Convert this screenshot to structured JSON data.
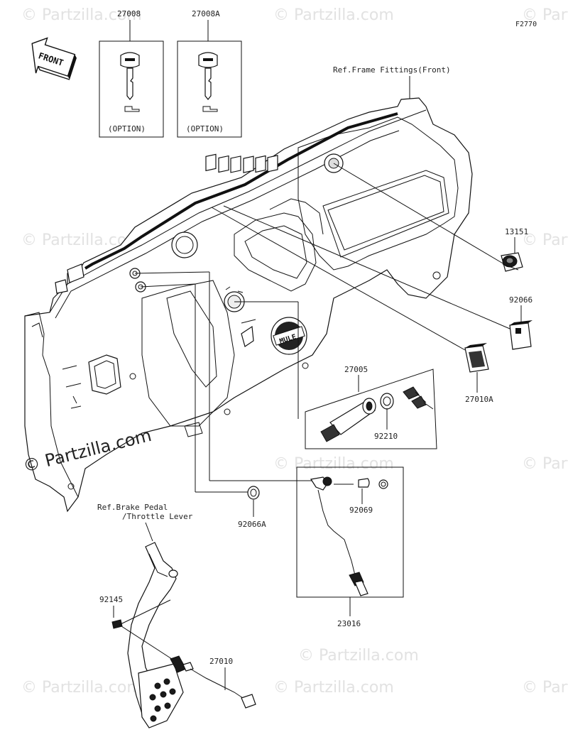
{
  "diagram": {
    "figure_code": "F2770",
    "front_arrow_text": "FRONT",
    "watermark_text": "© Partzilla.com",
    "watermark_text_prominent": "© Partzilla.com",
    "references": {
      "frame": "Ref.Frame Fittings(Front)",
      "brake_line1": "Ref.Brake Pedal",
      "brake_line2": "/Throttle Lever"
    },
    "key_boxes": [
      {
        "part": "27008",
        "note": "(OPTION)"
      },
      {
        "part": "27008A",
        "note": "(OPTION)"
      }
    ],
    "labels": {
      "p13151": "13151",
      "p92066": "92066",
      "p27010A": "27010A",
      "p27005": "27005",
      "p92210": "92210",
      "p92069": "92069",
      "p92066A": "92066A",
      "p23016": "23016",
      "p92145": "92145",
      "p27010": "27010"
    },
    "dash_badge": "MULE"
  }
}
